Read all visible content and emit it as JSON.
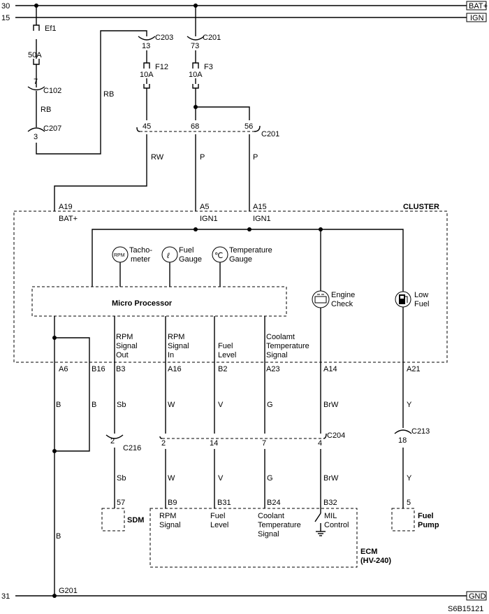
{
  "rails": {
    "top_num": "30",
    "top_label": "BAT+",
    "ign_num": "15",
    "ign_label": "IGN",
    "gnd_num": "31",
    "gnd_label": "GND"
  },
  "fuses": {
    "ef1_name": "Ef1",
    "ef1_rating": "50A",
    "f12_name": "F12",
    "f12_rating": "10A",
    "f3_name": "F3",
    "f3_rating": "10A"
  },
  "connectors": {
    "c203_pin": "13",
    "c203": "C203",
    "c201a_pin": "73",
    "c201a": "C201",
    "c102_pin": "7",
    "c102": "C102",
    "c207_pin": "3",
    "c207": "C207",
    "c201b_pins": [
      "45",
      "68",
      "56"
    ],
    "c201b": "C201",
    "c216_pin": "2",
    "c216": "C216",
    "c204_pins": [
      "2",
      "14",
      "7",
      "4"
    ],
    "c204": "C204",
    "c213_pin": "18",
    "c213": "C213"
  },
  "wires": {
    "rb_1": "RB",
    "rb_2": "RB",
    "rw": "RW",
    "p_1": "P",
    "p_2": "P",
    "b_1": "B",
    "b_2": "B",
    "b_3": "B",
    "sb_1": "Sb",
    "sb_2": "Sb",
    "w_1": "W",
    "w_2": "W",
    "v_1": "V",
    "v_2": "V",
    "g_1": "G",
    "g_2": "G",
    "brw_1": "BrW",
    "brw_2": "BrW",
    "y_1": "Y",
    "y_2": "Y"
  },
  "cluster": {
    "title": "CLUSTER",
    "a19": "A19",
    "bat": "BAT+",
    "a5": "A5",
    "ign1_1": "IGN1",
    "a15": "A15",
    "ign1_2": "IGN1",
    "mp": "Micro Processor",
    "rpm_icon": "RPM",
    "tacho": [
      "Tacho-",
      "meter"
    ],
    "fuel_gauge": [
      "Fuel",
      "Gauge"
    ],
    "temp_gauge": [
      "Temperature",
      "Gauge"
    ],
    "engine_check": [
      "Engine",
      "Check"
    ],
    "low_fuel": [
      "Low",
      "Fuel"
    ],
    "rpm_out": [
      "RPM",
      "Signal",
      "Out"
    ],
    "rpm_in": [
      "RPM",
      "Signal",
      "In"
    ],
    "fuel_level": [
      "Fuel",
      "Level"
    ],
    "coolant": [
      "Coolamt",
      "Temperature",
      "Signal"
    ],
    "pins": [
      "A6",
      "B16",
      "B3",
      "A16",
      "B2",
      "A23",
      "A14",
      "A21"
    ]
  },
  "sdm": {
    "pin": "57",
    "label": "SDM"
  },
  "ecm": {
    "pins": [
      "B9",
      "B31",
      "B24",
      "B32"
    ],
    "rpm": [
      "RPM",
      "Signal"
    ],
    "fuel": [
      "Fuel",
      "Level"
    ],
    "coolant": [
      "Coolant",
      "Temperature",
      "Signal"
    ],
    "mil": [
      "MIL",
      "Control"
    ],
    "title": [
      "ECM",
      "(HV-240)"
    ]
  },
  "pump": {
    "pin": "5",
    "label": [
      "Fuel",
      "Pump"
    ]
  },
  "ground": "G201",
  "code": "S6B15121"
}
